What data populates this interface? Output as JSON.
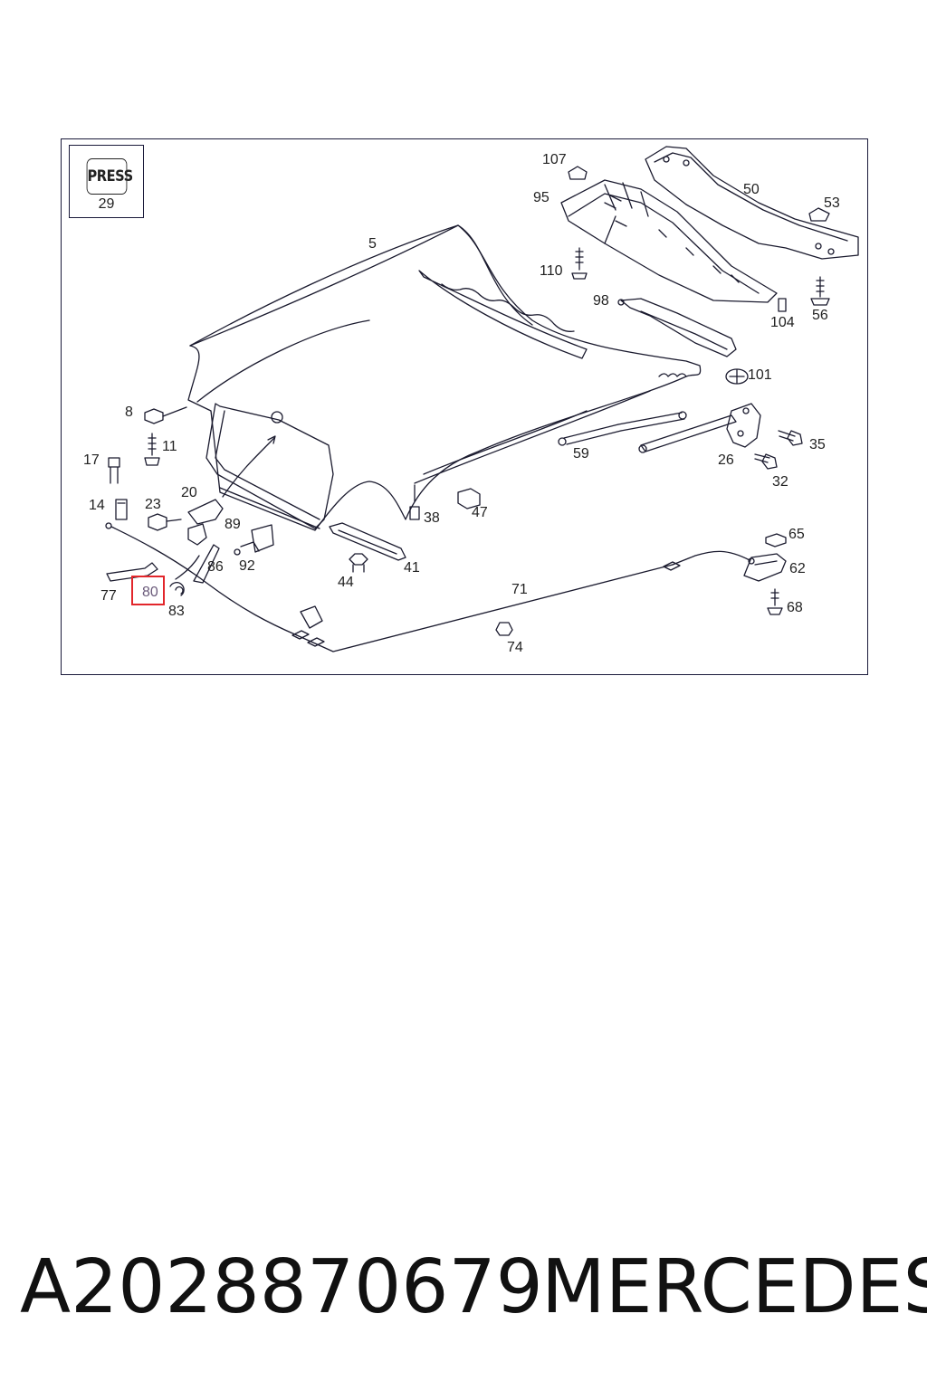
{
  "diagram": {
    "press_badge": "PRESS",
    "press_number": "29",
    "callouts": [
      "5",
      "107",
      "95",
      "50",
      "53",
      "110",
      "98",
      "104",
      "56",
      "101",
      "8",
      "11",
      "17",
      "35",
      "59",
      "26",
      "32",
      "14",
      "23",
      "20",
      "89",
      "38",
      "47",
      "86",
      "92",
      "41",
      "65",
      "44",
      "71",
      "62",
      "77",
      "80",
      "83",
      "68",
      "74"
    ],
    "highlighted_callout": "80"
  },
  "caption": {
    "part_number": "A2028870679",
    "brand": "MERCEDES"
  },
  "colors": {
    "line": "#1a1a2e",
    "highlight": "#e2262b"
  }
}
